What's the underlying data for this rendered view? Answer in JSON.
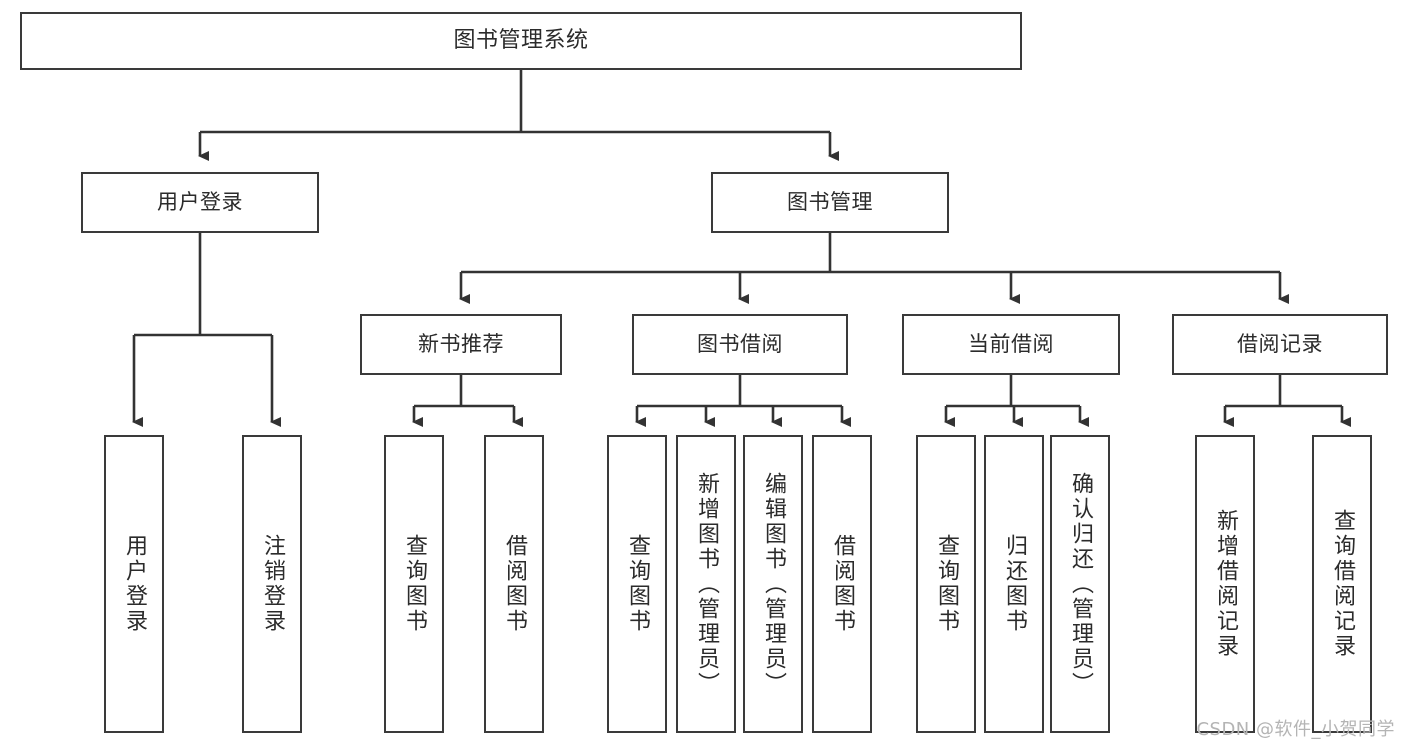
{
  "diagram": {
    "title": "图书管理系统",
    "type": "tree-hierarchy",
    "orientation": "top-down",
    "colors": {
      "box_border": "#3a3a3a",
      "box_fill": "#ffffff",
      "connector": "#333333",
      "text": "#2b2b2b",
      "watermark": "#b4b4b4",
      "background": "#ffffff"
    },
    "nodes": {
      "root": {
        "label": "图书管理系统"
      },
      "level2": [
        {
          "label": "用户登录"
        },
        {
          "label": "图书管理"
        }
      ],
      "level3": [
        {
          "label": "新书推荐"
        },
        {
          "label": "图书借阅"
        },
        {
          "label": "当前借阅"
        },
        {
          "label": "借阅记录"
        }
      ],
      "leaves": {
        "user_login": [
          {
            "label": "用户登录"
          },
          {
            "label": "注销登录"
          }
        ],
        "new_book_recommend": [
          {
            "label": "查询图书"
          },
          {
            "label": "借阅图书"
          }
        ],
        "book_borrow": [
          {
            "label": "查询图书"
          },
          {
            "label": "新增图书（管理员）"
          },
          {
            "label": "编辑图书（管理员）"
          },
          {
            "label": "借阅图书"
          }
        ],
        "current_borrow": [
          {
            "label": "查询图书"
          },
          {
            "label": "归还图书"
          },
          {
            "label": "确认归还（管理员）"
          }
        ],
        "borrow_record": [
          {
            "label": "新增借阅记录"
          },
          {
            "label": "查询借阅记录"
          }
        ]
      }
    },
    "watermark": "CSDN @软件_小贺同学"
  }
}
